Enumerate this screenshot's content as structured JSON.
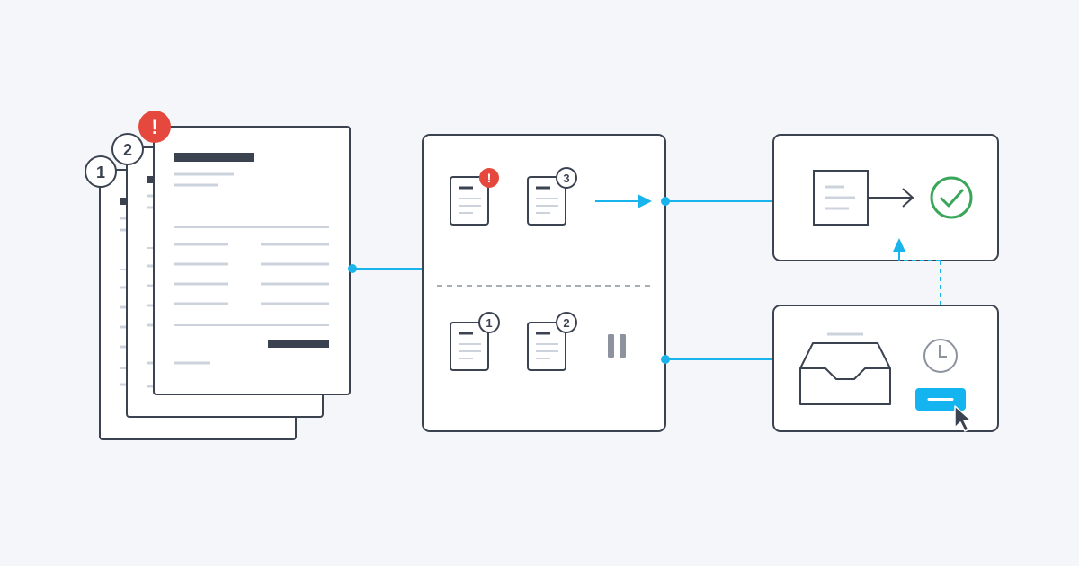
{
  "badges": {
    "doc_stack": [
      "1",
      "2",
      "!"
    ],
    "queue_top": [
      "!",
      "3"
    ],
    "queue_bottom": [
      "1",
      "2"
    ]
  },
  "colors": {
    "background": "#f4f6fa",
    "stroke": "#3c4350",
    "placeholder_line": "#cdd3dc",
    "placeholder_bar": "#3c4350",
    "connector": "#1ab4ec",
    "error": "#e5483d",
    "success": "#3aa65a",
    "action_button": "#14b4f0",
    "pause": "#8c939e"
  },
  "icons": {
    "error": "exclamation-icon",
    "success": "check-circle-icon",
    "pause": "pause-icon",
    "clock": "clock-icon",
    "inbox": "inbox-tray-icon",
    "cursor": "mouse-pointer-icon",
    "forward_arrow": "arrow-right-icon"
  }
}
